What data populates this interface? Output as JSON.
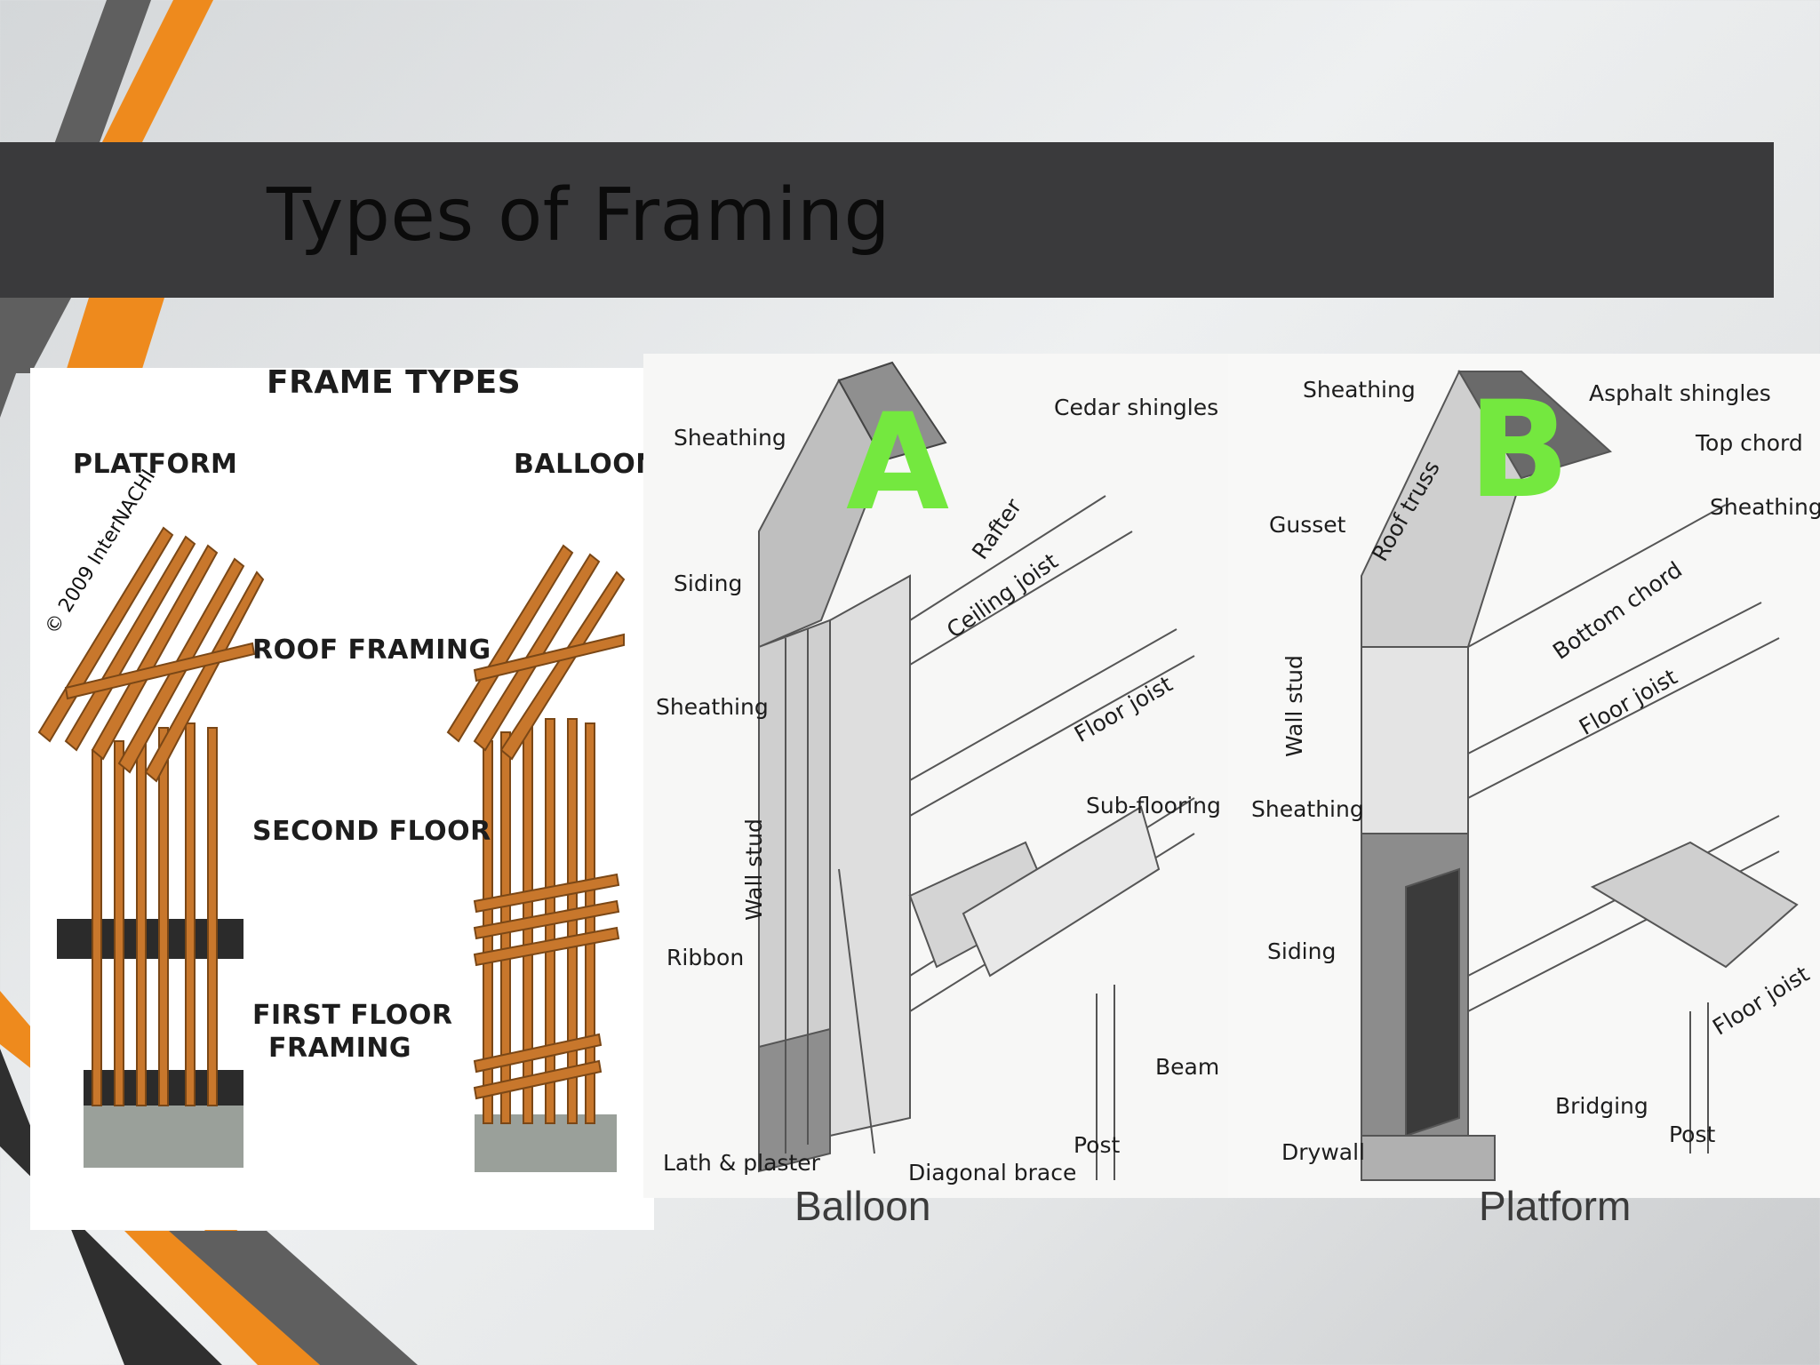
{
  "slide": {
    "title": "Types of Framing",
    "accent_colors": {
      "orange": "#ee8a1d",
      "gray": "#5f5f5f",
      "dark": "#3a3a3c",
      "label_green": "#74e83f",
      "lumber": "#c8772c"
    }
  },
  "left_figure": {
    "heading": "FRAME TYPES",
    "col_left": "PLATFORM",
    "col_right": "BALLOON",
    "row_labels": {
      "roof": "ROOF FRAMING",
      "second": "SECOND FLOOR",
      "first_line1": "FIRST FLOOR",
      "first_line2": "FRAMING"
    },
    "copyright": "© 2009 InterNACHI"
  },
  "balloon_figure": {
    "letter": "A",
    "caption": "Balloon",
    "labels": {
      "sheathing_top": "Sheathing",
      "cedar": "Cedar shingles",
      "rafter": "Rafter",
      "siding": "Siding",
      "ceiling_joist": "Ceiling joist",
      "sheathing_mid": "Sheathing",
      "floor_joist": "Floor joist",
      "sub_flooring": "Sub-flooring",
      "wall_stud": "Wall stud",
      "ribbon": "Ribbon",
      "beam": "Beam",
      "post": "Post",
      "lath": "Lath & plaster",
      "diagonal": "Diagonal brace"
    }
  },
  "platform_figure": {
    "letter": "B",
    "caption": "Platform",
    "labels": {
      "sheathing_top": "Sheathing",
      "asphalt": "Asphalt shingles",
      "top_chord": "Top chord",
      "sheathing_right": "Sheathing",
      "gusset": "Gusset",
      "roof_truss": "Roof truss",
      "bottom_chord": "Bottom chord",
      "wall_stud": "Wall stud",
      "floor_joist_up": "Floor joist",
      "sheathing_left": "Sheathing",
      "siding": "Siding",
      "floor_joist_low": "Floor joist",
      "bridging": "Bridging",
      "post": "Post",
      "drywall": "Drywall"
    }
  }
}
